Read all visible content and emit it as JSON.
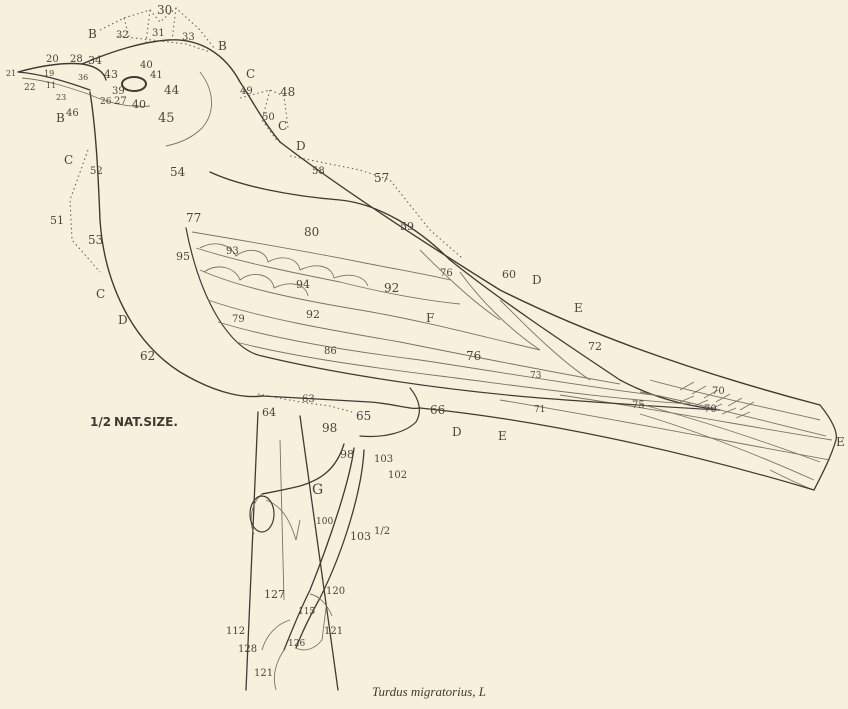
{
  "caption": "Turdus migratorius, L",
  "scale": {
    "half": "1/2",
    "text": "NAT.SIZE."
  },
  "labels": {
    "n30": "30",
    "n32": "32",
    "n31": "31",
    "n33": "33",
    "B_top_l": "B",
    "B_top_r": "B",
    "n20": "20",
    "n28": "28",
    "n34": "34",
    "n21": "21",
    "n19": "19",
    "n36": "36",
    "n43": "43",
    "n22": "22",
    "n11": "11",
    "n23": "23",
    "n39": "39",
    "n26": "26",
    "n27": "27",
    "n40a": "40",
    "n41": "41",
    "n44": "44",
    "n40b": "40",
    "n45": "45",
    "B46": "B",
    "n46": "46",
    "C_nape": "C",
    "n49": "49",
    "n48": "48",
    "n50": "50",
    "C_neck": "C",
    "D_neck": "D",
    "C_throat": "C",
    "n52": "52",
    "n54": "54",
    "n51": "51",
    "n53": "53",
    "C_breast": "C",
    "D_breast": "D",
    "n58": "58",
    "n57": "57",
    "n59": "59",
    "n77": "77",
    "n80": "80",
    "n95": "95",
    "n93": "93",
    "n76a": "76",
    "n60": "60",
    "D_back": "D",
    "E_back": "E",
    "n94": "94",
    "n92a": "92",
    "n92b": "92",
    "F": "F",
    "n79": "79",
    "n72": "72",
    "n62": "62",
    "n86": "86",
    "n76b": "76",
    "n73a": "73",
    "n70a": "70",
    "n70b": "70",
    "n75": "75",
    "n71": "71",
    "E_tail": "E",
    "n63": "63",
    "n64": "64",
    "n65": "65",
    "n66": "66",
    "D_belly": "D",
    "E_belly": "E",
    "n98a": "98",
    "n98b": "98",
    "n103a": "103",
    "n102": "102",
    "G": "G",
    "n100": "100",
    "n103half": "103",
    "half": "1/2",
    "n127": "127",
    "n120": "120",
    "n115": "115",
    "n112": "112",
    "n128": "128",
    "n126": "126",
    "n121a": "121",
    "n121b": "121"
  }
}
